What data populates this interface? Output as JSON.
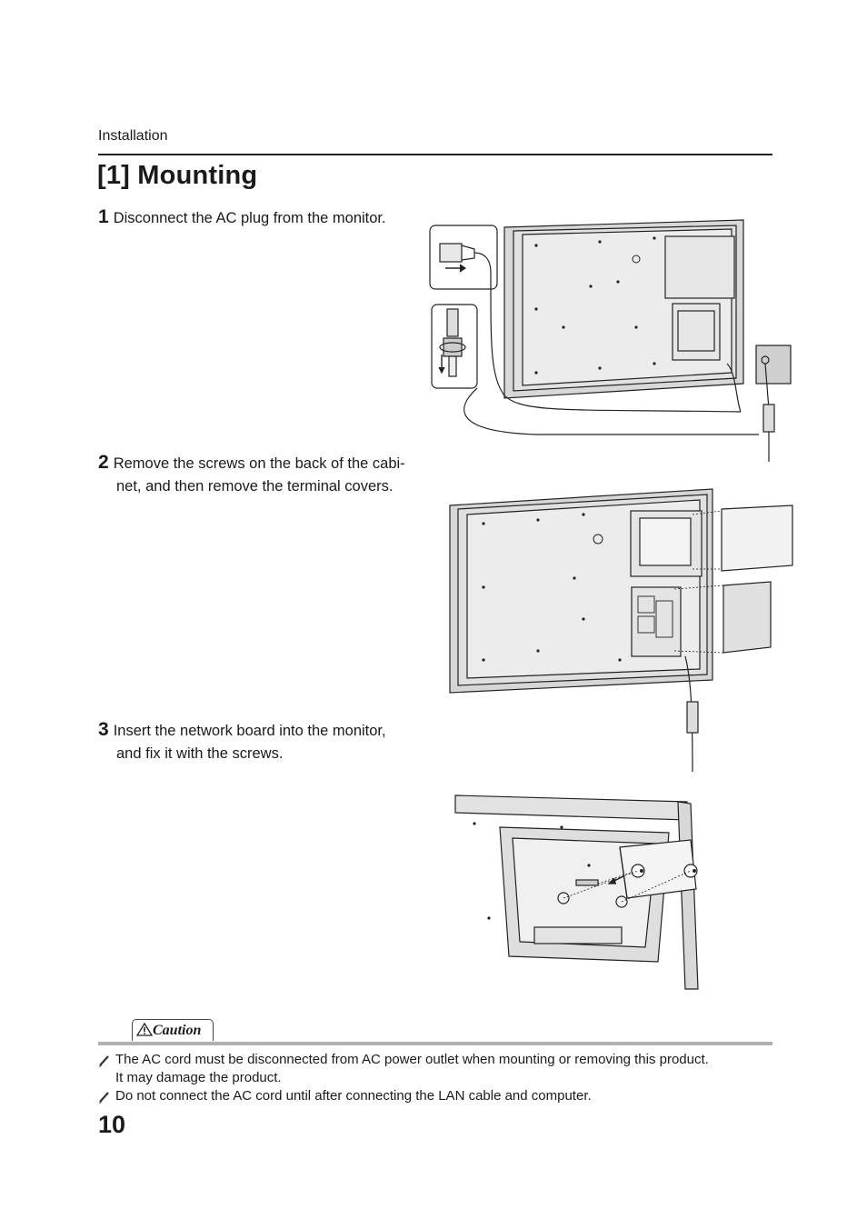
{
  "header": {
    "section": "Installation"
  },
  "title": "[1] Mounting",
  "steps": [
    {
      "num": "1",
      "text": "Disconnect the AC plug from the monitor."
    },
    {
      "num": "2",
      "line1": "Remove the screws on the back of the cabi-",
      "line2": "net, and then remove the terminal covers."
    },
    {
      "num": "3",
      "line1": "Insert the network board into the monitor,",
      "line2": "and fix it with the screws."
    }
  ],
  "caution": {
    "label": "Caution",
    "notes": [
      {
        "line1": "The AC cord must be disconnected from AC power outlet when mounting or removing this product.",
        "line2": "It may damage the product."
      },
      {
        "line1": "Do not connect the AC cord until after connecting the LAN cable and computer."
      }
    ]
  },
  "page_number": "10",
  "icons": {
    "warning": "warning-triangle-icon",
    "note": "pencil-icon"
  }
}
